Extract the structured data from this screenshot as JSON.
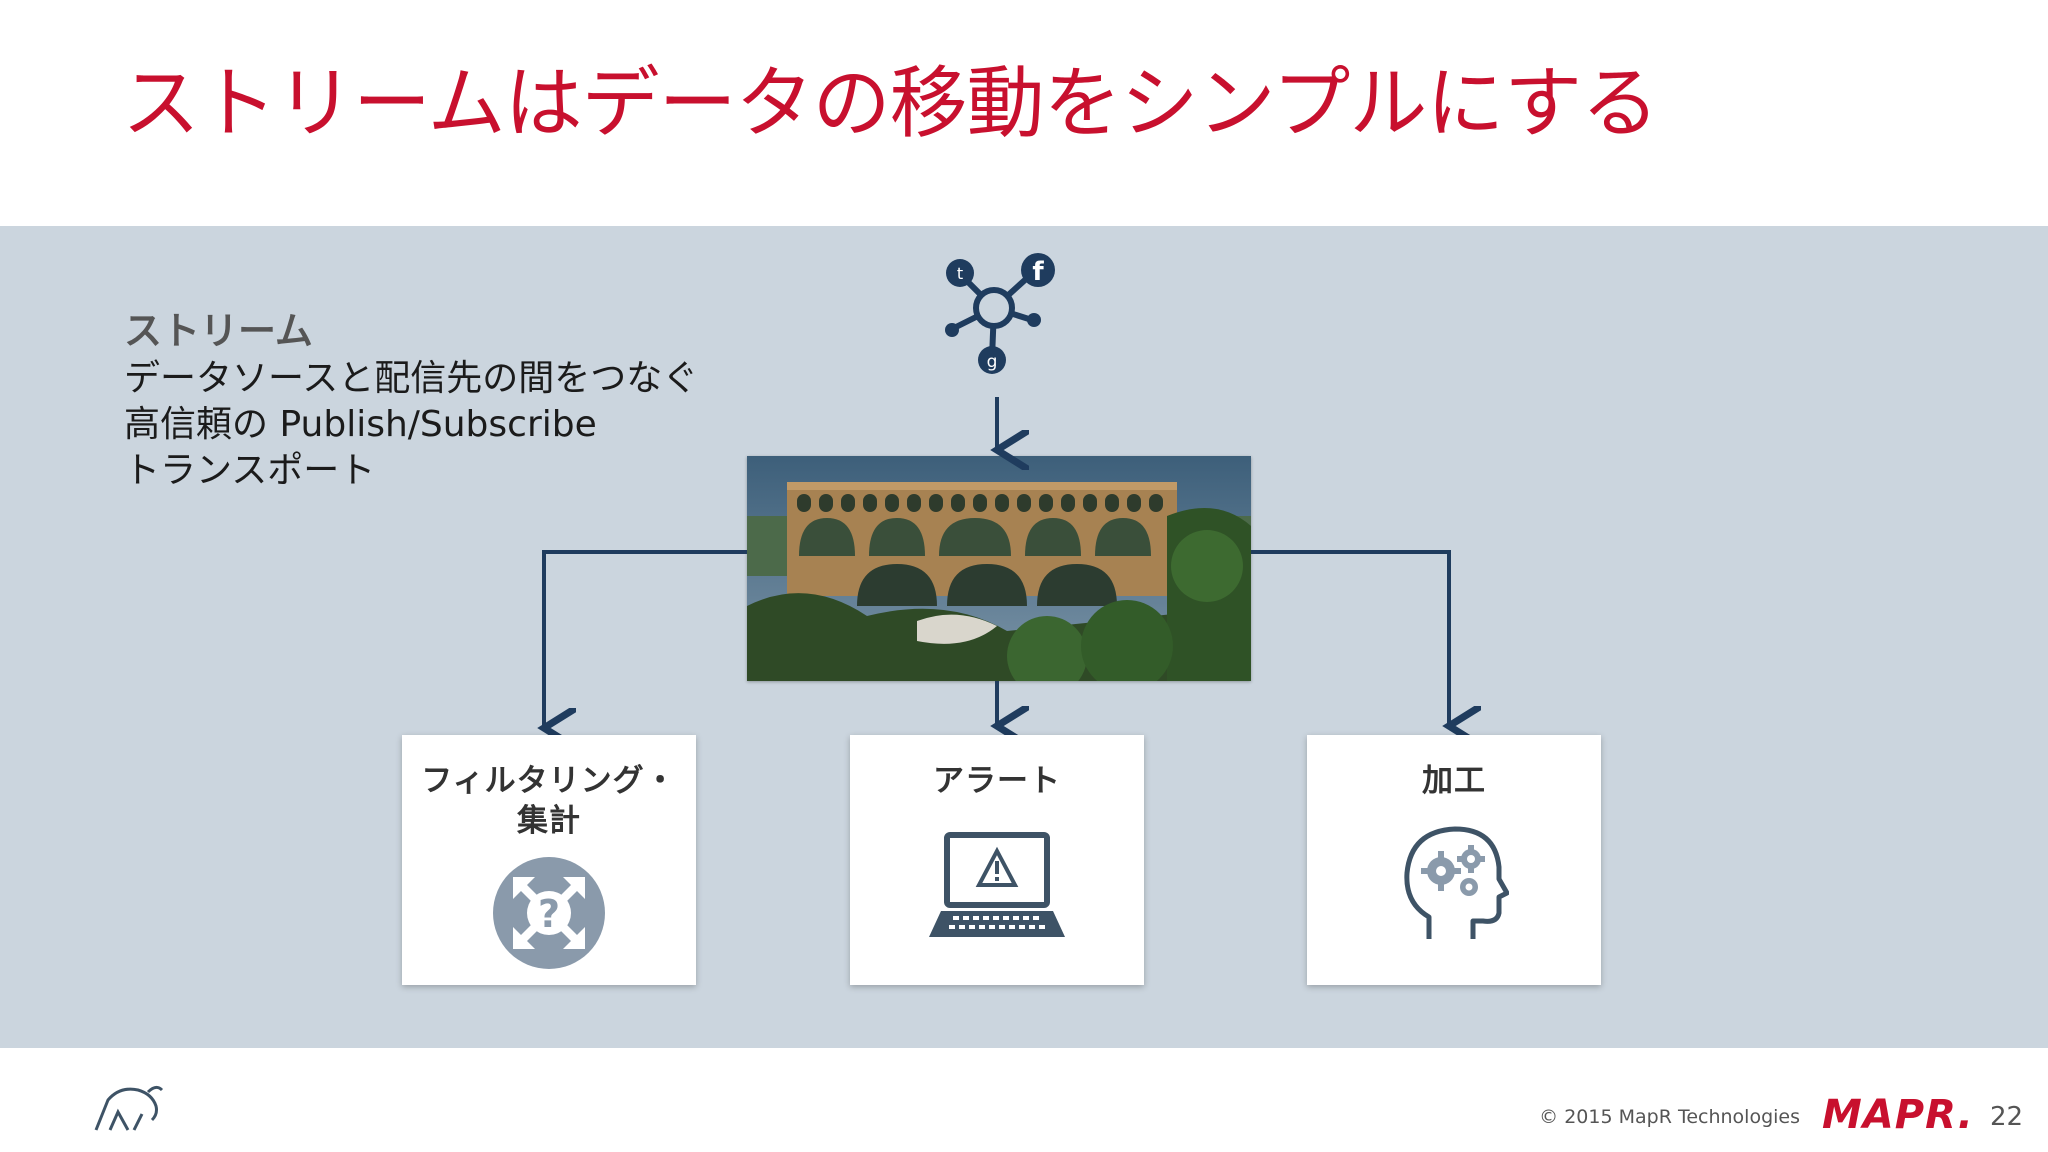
{
  "slide": {
    "title": "ストリームはデータの移動をシンプルにする",
    "description": {
      "heading": "ストリーム",
      "lines": [
        "データソースと配信先の間をつなぐ",
        "高信頼の Publish/Subscribe",
        "トランスポート"
      ]
    },
    "source_icon": "social-network-icon",
    "image": "aqueduct-bridge-photo",
    "cards": [
      {
        "label_line1": "フィルタリング・",
        "label_line2": "集計",
        "icon": "question-arrows-icon"
      },
      {
        "label_line1": "アラート",
        "label_line2": "",
        "icon": "laptop-alert-icon"
      },
      {
        "label_line1": "加工",
        "label_line2": "",
        "icon": "brain-gears-icon"
      }
    ]
  },
  "footer": {
    "copyright": "© 2015 MapR Technologies",
    "brand": "MAPR.",
    "page_number": "22"
  },
  "colors": {
    "title": "#c8102e",
    "band": "#cbd5de",
    "arrow": "#1f3c5e",
    "icon_gray": "#8a9aab",
    "icon_dark": "#3e5366"
  }
}
